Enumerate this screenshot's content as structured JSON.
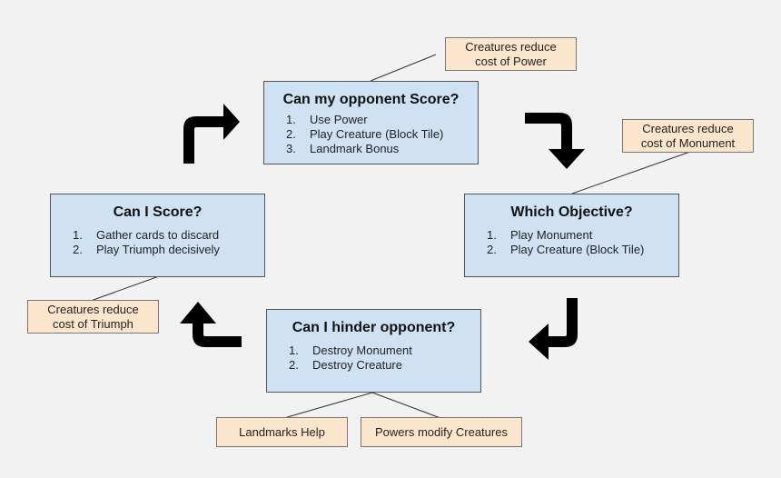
{
  "boxes": {
    "top": {
      "title": "Can my opponent Score?",
      "items": [
        {
          "num": "1.",
          "text": "Use Power"
        },
        {
          "num": "2.",
          "text": "Play Creature (Block Tile)"
        },
        {
          "num": "3.",
          "text": "Landmark Bonus"
        }
      ]
    },
    "right": {
      "title": "Which Objective?",
      "items": [
        {
          "num": "1.",
          "text": "Play Monument"
        },
        {
          "num": "2.",
          "text": "Play Creature (Block Tile)"
        }
      ]
    },
    "bottom": {
      "title": "Can I hinder opponent?",
      "items": [
        {
          "num": "1.",
          "text": "Destroy Monument"
        },
        {
          "num": "2.",
          "text": "Destroy Creature"
        }
      ]
    },
    "left": {
      "title": "Can I Score?",
      "items": [
        {
          "num": "1.",
          "text": "Gather cards to discard"
        },
        {
          "num": "2.",
          "text": "Play Triumph decisively"
        }
      ]
    }
  },
  "notes": {
    "power": {
      "line1": "Creatures reduce",
      "line2": "cost of Power"
    },
    "monument": {
      "line1": "Creatures reduce",
      "line2": "cost of Monument"
    },
    "triumph": {
      "line1": "Creatures reduce",
      "line2": "cost of Triumph"
    },
    "landmarks": {
      "line1": "Landmarks Help"
    },
    "powers_modify": {
      "line1": "Powers modify Creatures"
    }
  },
  "colors": {
    "box_fill": "#cfe2f3",
    "note_fill": "#fce5cd",
    "arrow": "#000000",
    "background": "#f2f2f2"
  }
}
